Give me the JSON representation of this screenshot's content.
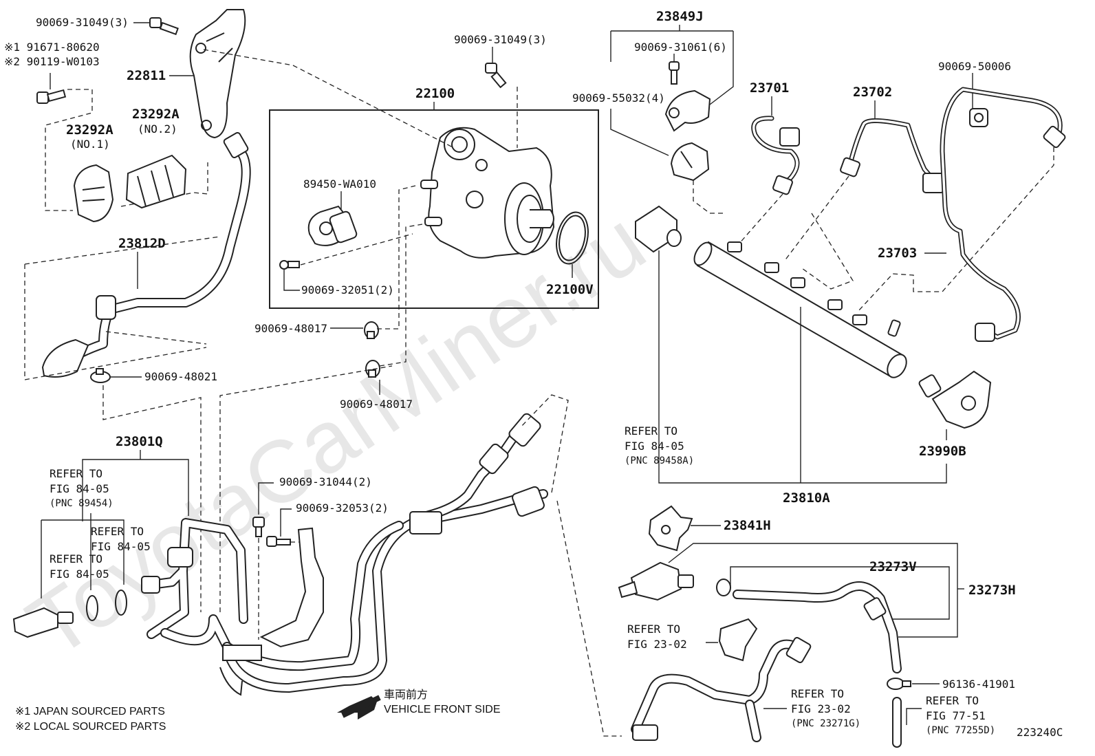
{
  "diagram": {
    "code": "223240C",
    "watermark": "ToyotaCarMiner.ru",
    "part_numbers": {
      "n22811": "22811",
      "n22100": "22100",
      "n22100V": "22100V",
      "n23292A_1": "23292A",
      "n23292A_1_sub": "(NO.1)",
      "n23292A_2": "23292A",
      "n23292A_2_sub": "(NO.2)",
      "n23812D": "23812D",
      "n23801Q": "23801Q",
      "n23849J": "23849J",
      "n23701": "23701",
      "n23702": "23702",
      "n23703": "23703",
      "n23990B": "23990B",
      "n23810A": "23810A",
      "n23841H": "23841H",
      "n23273V": "23273V",
      "n23273H": "23273H",
      "n89450": "89450-WA010",
      "b31049_a": "90069-31049(3)",
      "b31049_b": "90069-31049(3)",
      "b80620": "※1 91671-80620",
      "b0103": "※2 90119-W0103",
      "b32051": "90069-32051(2)",
      "b48017_a": "90069-48017",
      "b48017_b": "90069-48017",
      "b48021": "90069-48021",
      "b31061": "90069-31061(6)",
      "b55032": "90069-55032(4)",
      "b50006": "90069-50006",
      "b31044": "90069-31044(2)",
      "b32053": "90069-32053(2)",
      "b41901": "96136-41901"
    },
    "refs": {
      "r1_line1": "REFER TO",
      "r1_line2": "FIG 84-05",
      "r1_line3": "(PNC 89458A)",
      "r2_line1": "REFER TO",
      "r2_line2": "FIG 84-05",
      "r2_line3": "(PNC 89454)",
      "r3_line1": "REFER TO",
      "r3_line2": "FIG 84-05",
      "r4_line1": "REFER TO",
      "r4_line2": "FIG 84-05",
      "r5_line1": "REFER TO",
      "r5_line2": "FIG 23-02",
      "r6_line1": "REFER TO",
      "r6_line2": "FIG 23-02",
      "r6_line3": "(PNC 23271G)",
      "r7_line1": "REFER TO",
      "r7_line2": "FIG 77-51",
      "r7_line3": "(PNC 77255D)"
    },
    "direction": {
      "jp": "車両前方",
      "en": "VEHICLE FRONT SIDE"
    },
    "footnotes": {
      "f1": "※1 JAPAN SOURCED PARTS",
      "f2": "※2 LOCAL SOURCED PARTS"
    }
  }
}
